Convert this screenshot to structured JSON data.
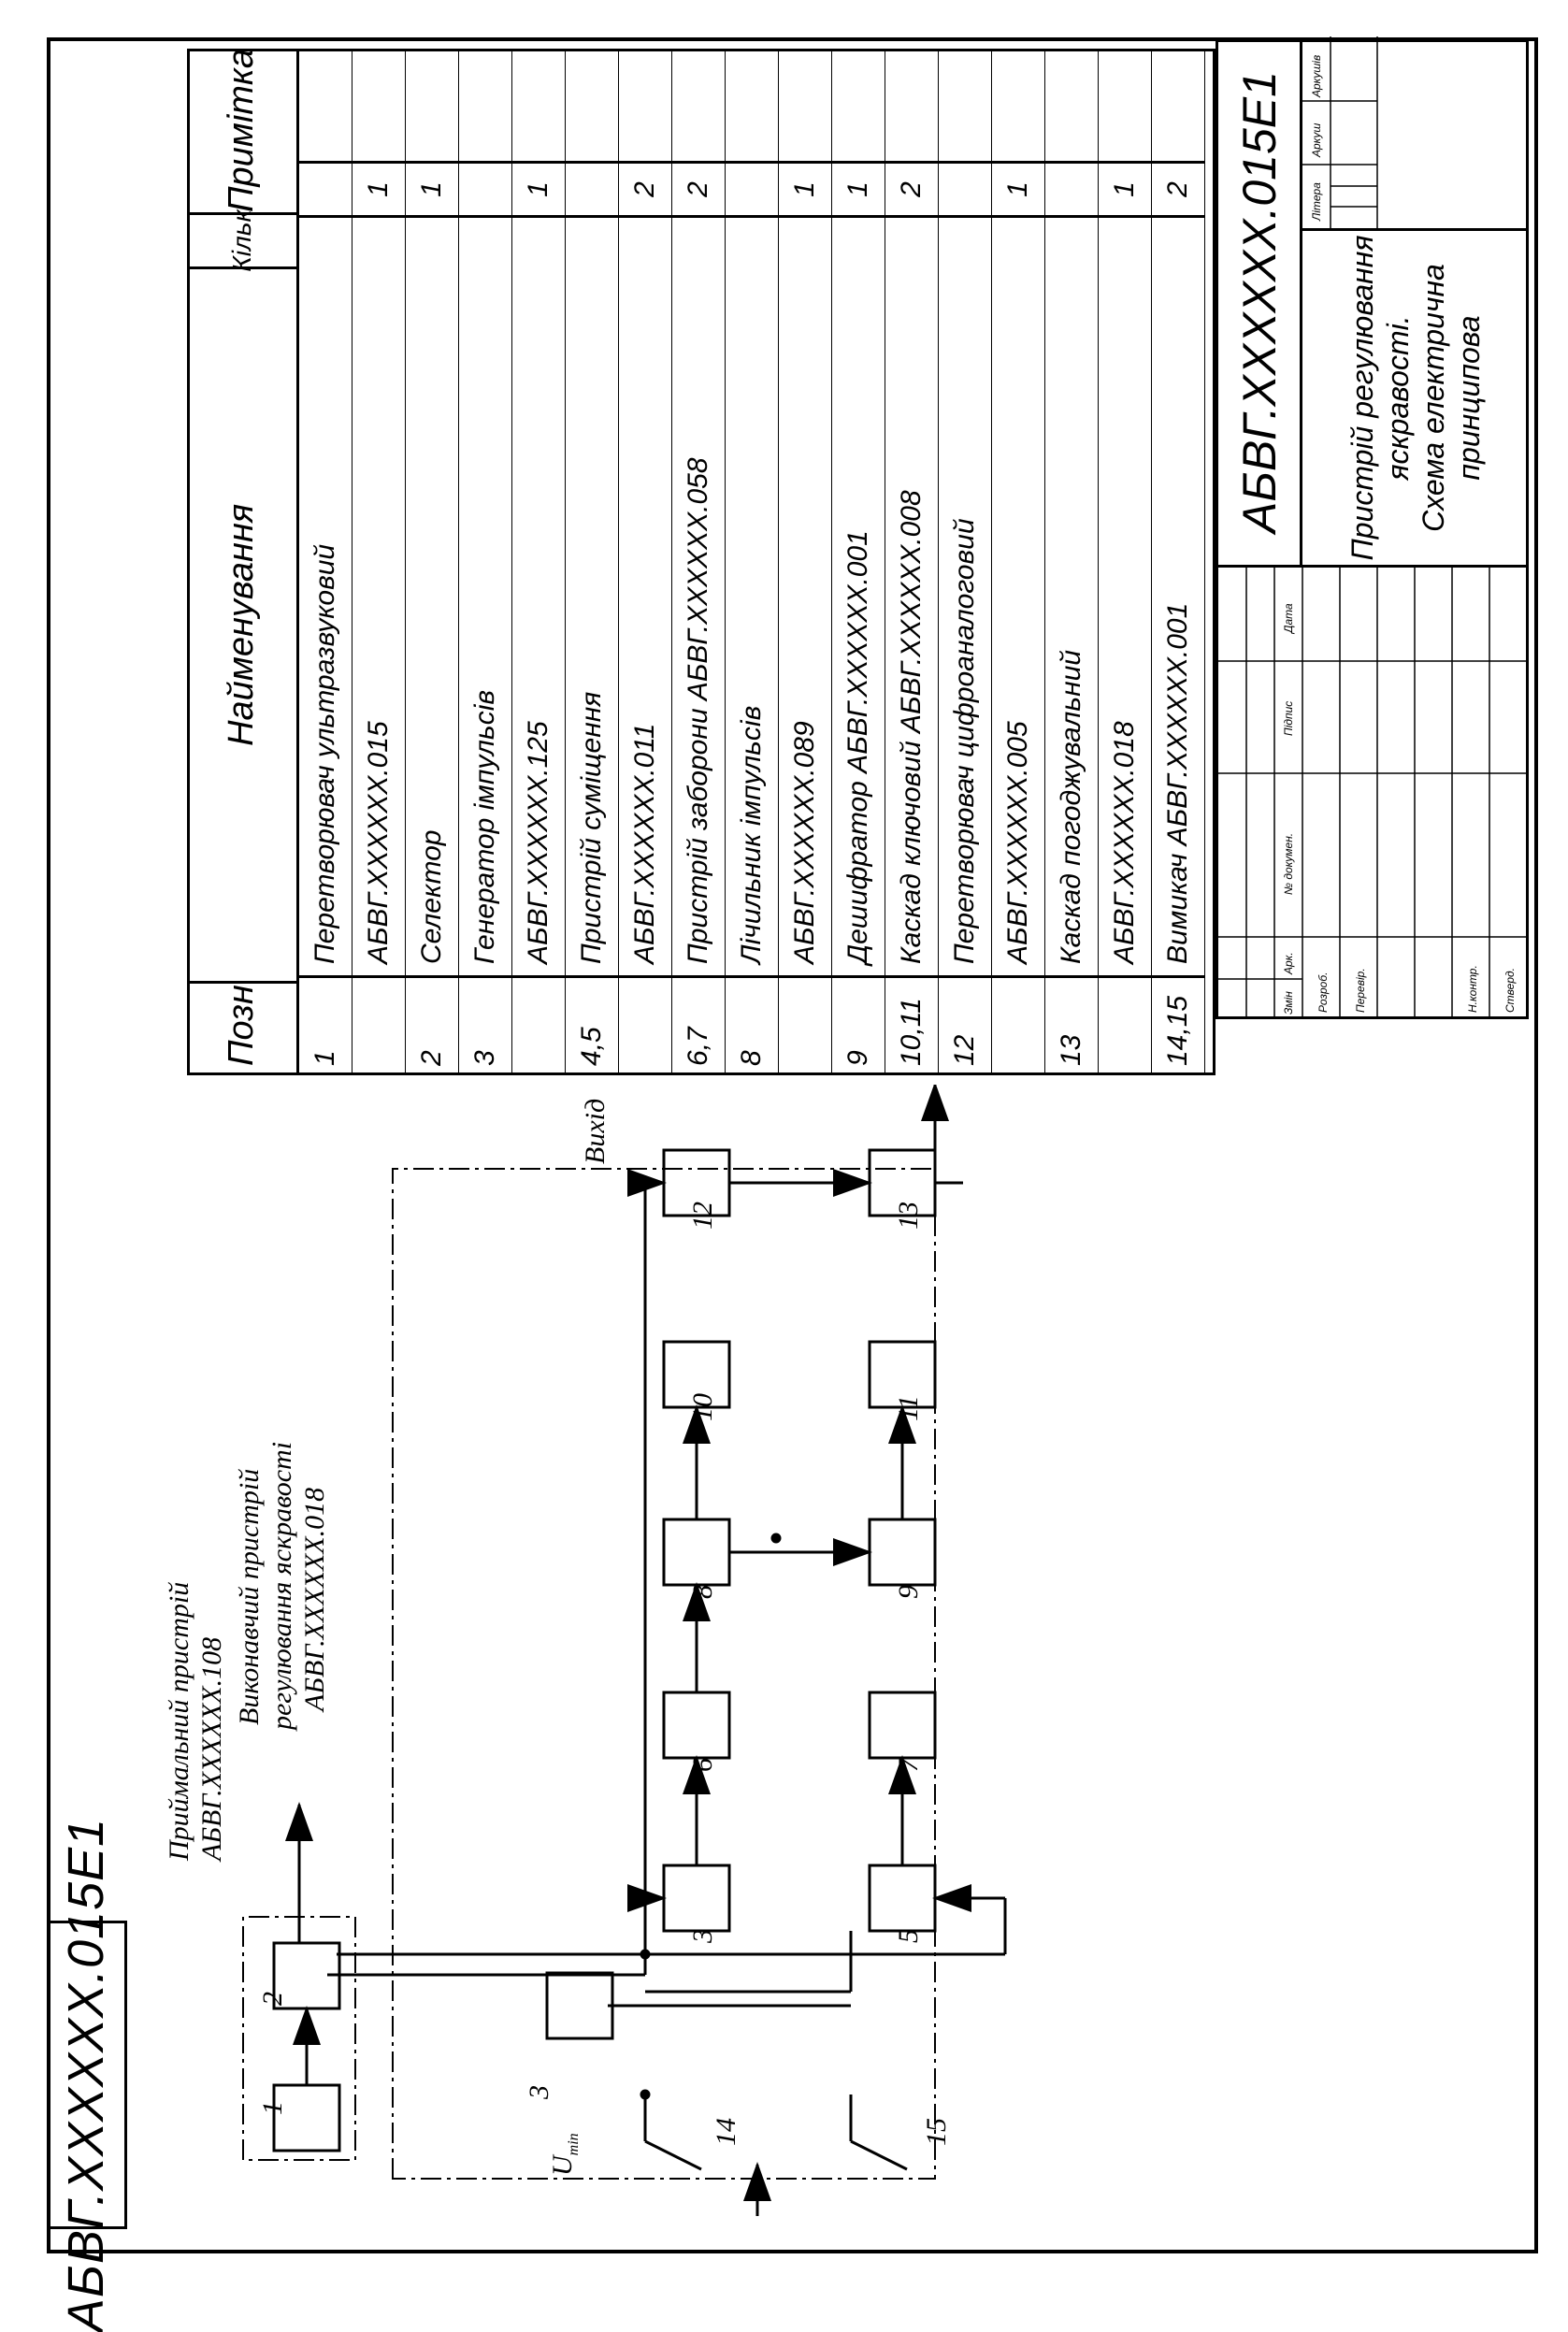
{
  "drawing_code": "АБВГ.XXXXXX.015Е1",
  "receiver": {
    "line1": "Приймальний пристрій",
    "line2": "АБВГ.XXXXXX.108"
  },
  "actuator": {
    "line1": "Виконавчий пристрій",
    "line2": "регулювання яскравості",
    "line3": "АБВГ.XXXXXX.018"
  },
  "output_label": "Вихід",
  "umin_label": "U",
  "umin_sub": "min",
  "block_numbers": [
    "1",
    "2",
    "3",
    "3",
    "5",
    "6",
    "7",
    "8",
    "9",
    "10",
    "11",
    "12",
    "13",
    "14",
    "15"
  ],
  "spec_table": {
    "headers": {
      "pos": "Позн",
      "name": "Найменування",
      "qty": "Кільк",
      "note": "Примітка"
    },
    "rows": [
      {
        "pos": "1",
        "name": "Перетворювач ультразвуковий",
        "qty": "",
        "note": ""
      },
      {
        "pos": "",
        "name": "АБВГ.XXXXXX.015",
        "qty": "1",
        "note": ""
      },
      {
        "pos": "2",
        "name": "Селектор",
        "qty": "1",
        "note": ""
      },
      {
        "pos": "3",
        "name": "Генератор імпульсів",
        "qty": "",
        "note": ""
      },
      {
        "pos": "",
        "name": "АБВГ.XXXXXX.125",
        "qty": "1",
        "note": ""
      },
      {
        "pos": "4,5",
        "name": "Пристрій суміщення",
        "qty": "",
        "note": ""
      },
      {
        "pos": "",
        "name": "АБВГ.XXXXXX.011",
        "qty": "2",
        "note": ""
      },
      {
        "pos": "6,7",
        "name": "Пристрій заборони АБВГ.XXXXXX.058",
        "qty": "2",
        "note": ""
      },
      {
        "pos": "8",
        "name": "Лічильник імпульсів",
        "qty": "",
        "note": ""
      },
      {
        "pos": "",
        "name": "АБВГ.XXXXXX.089",
        "qty": "1",
        "note": ""
      },
      {
        "pos": "9",
        "name": "Дешифратор АБВГ.XXXXXX.001",
        "qty": "1",
        "note": ""
      },
      {
        "pos": "10,11",
        "name": "Каскад ключовий АБВГ.XXXXXX.008",
        "qty": "2",
        "note": ""
      },
      {
        "pos": "12",
        "name": "Перетворювач цифроаналоговий",
        "qty": "",
        "note": ""
      },
      {
        "pos": "",
        "name": "АБВГ.XXXXXX.005",
        "qty": "1",
        "note": ""
      },
      {
        "pos": "13",
        "name": "Каскад погоджувальний",
        "qty": "",
        "note": ""
      },
      {
        "pos": "",
        "name": "АБВГ.XXXXXX.018",
        "qty": "1",
        "note": ""
      },
      {
        "pos": "14,15",
        "name": "Вимикач АБВГ.XXXXXX.001",
        "qty": "2",
        "note": ""
      }
    ]
  },
  "title_block": {
    "code": "АБВГ.XXXXXX.015Е1",
    "desc1": "Пристрій регулювання",
    "desc2": "яскравості.",
    "desc3": "Схема електрична",
    "desc4": "принципова",
    "col_headers": [
      "Змін",
      "Арк.",
      "№ докумен.",
      "Підпис",
      "Дата"
    ],
    "roles": [
      "Розроб.",
      "Перевір.",
      "",
      "Н.контр.",
      "Стверд."
    ],
    "lit_headers": [
      "Літера",
      "Аркуш",
      "Аркушів"
    ]
  }
}
